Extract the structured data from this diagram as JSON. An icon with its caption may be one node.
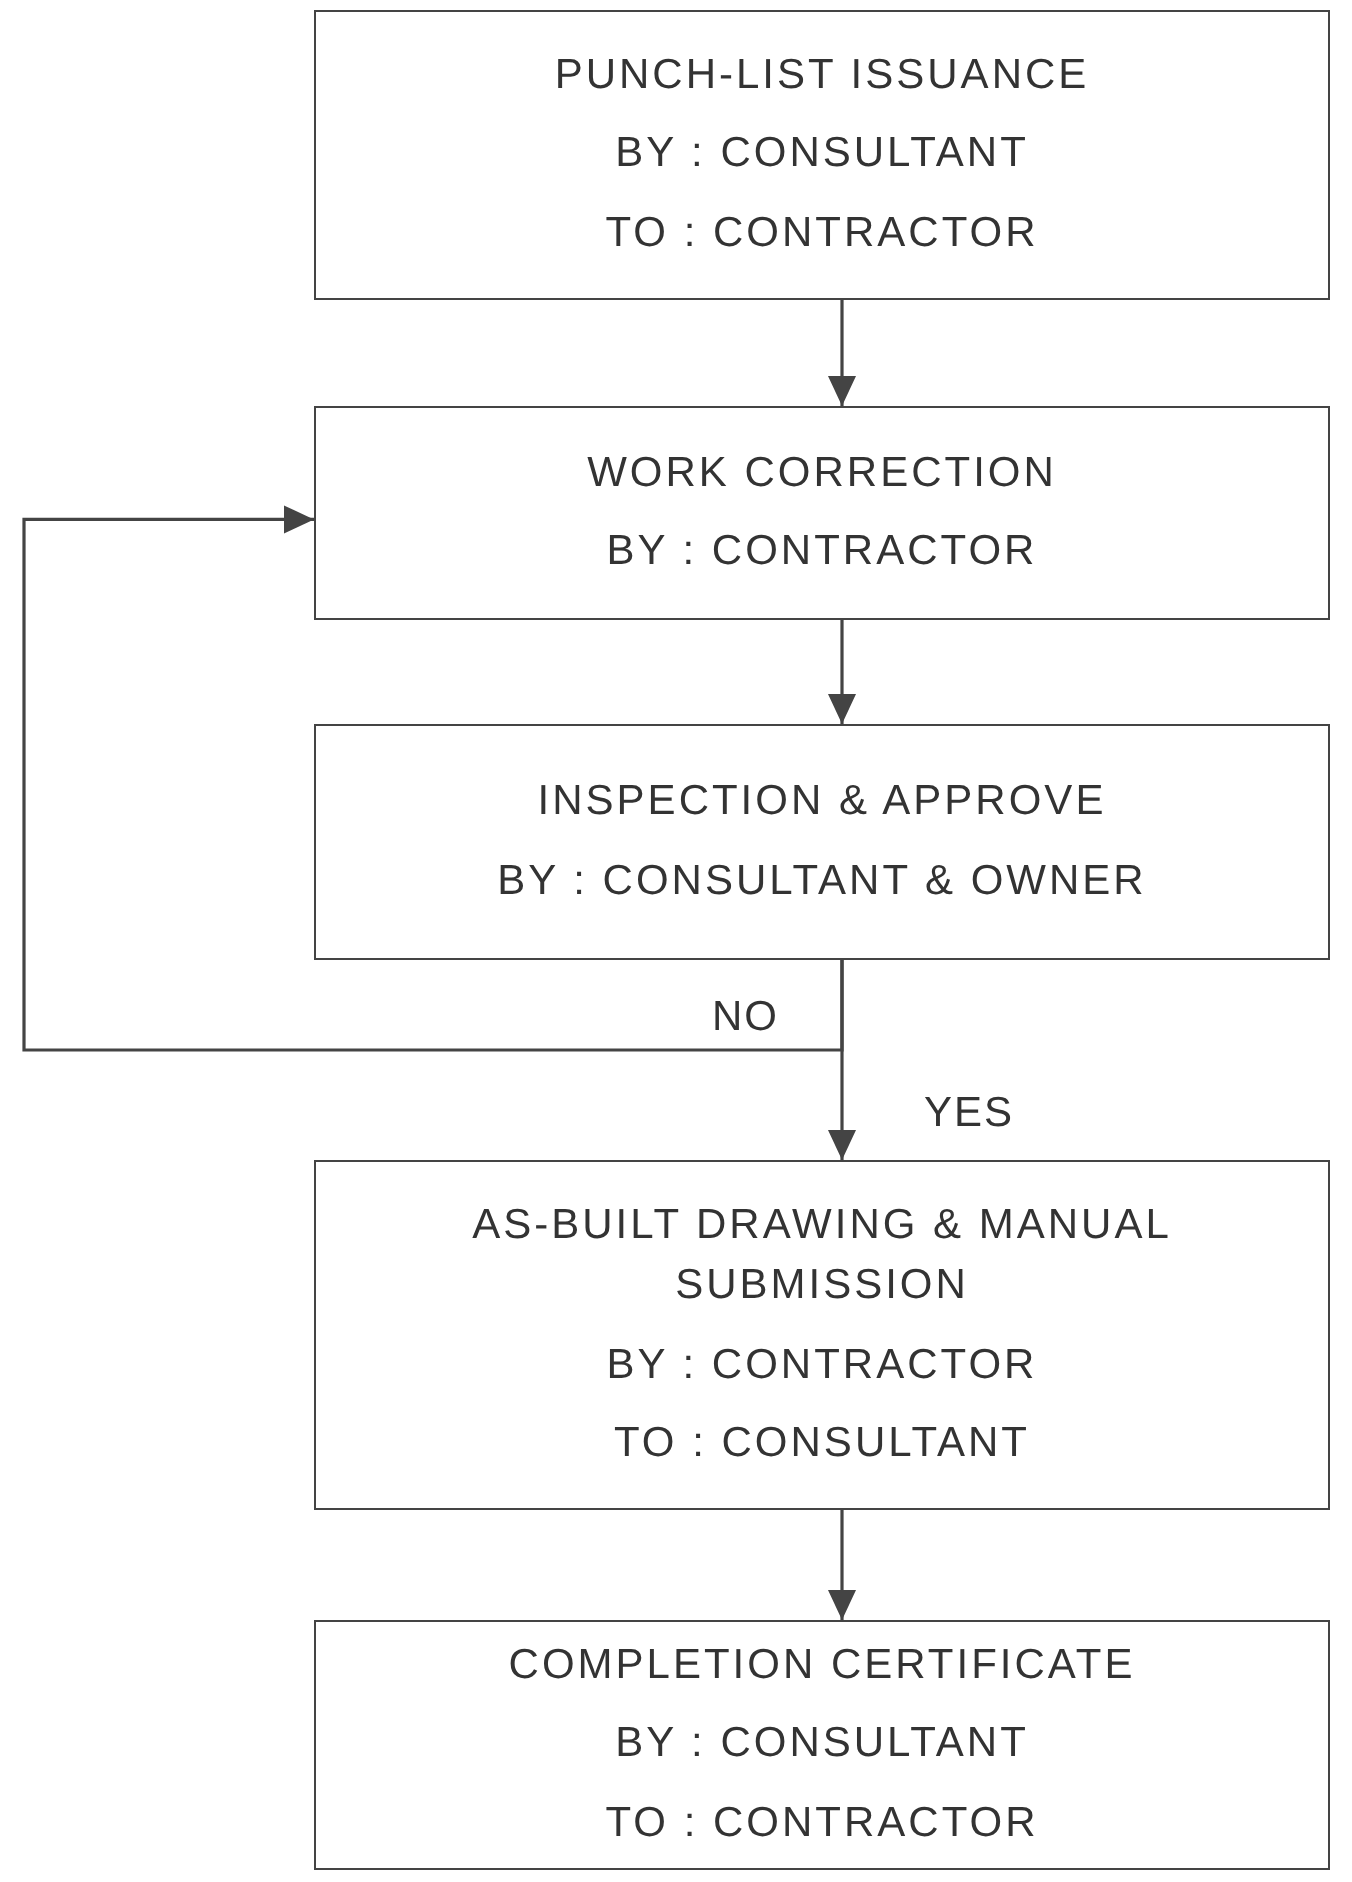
{
  "diagram": {
    "nodes": [
      {
        "text": [
          "PUNCH-LIST ISSUANCE",
          "BY : CONSULTANT",
          "TO : CONTRACTOR"
        ]
      },
      {
        "text": [
          "WORK CORRECTION",
          "BY : CONTRACTOR"
        ]
      },
      {
        "text": [
          "INSPECTION & APPROVE",
          "BY : CONSULTANT & OWNER"
        ]
      },
      {
        "text": [
          "AS-BUILT DRAWING & MANUAL SUBMISSION",
          "BY : CONTRACTOR",
          "TO : CONSULTANT"
        ]
      },
      {
        "text": [
          "COMPLETION CERTIFICATE",
          "BY : CONSULTANT",
          "TO : CONTRACTOR"
        ]
      }
    ],
    "edges": [
      {
        "from": 0,
        "to": 1,
        "arrow": "to"
      },
      {
        "from": 1,
        "to": 2,
        "arrow": "to"
      },
      {
        "from": 2,
        "to": 1,
        "arrow": "to",
        "label": "NO"
      },
      {
        "from": 2,
        "to": 3,
        "arrow": "to",
        "label": "YES"
      },
      {
        "from": 3,
        "to": 4,
        "arrow": "to"
      }
    ]
  }
}
